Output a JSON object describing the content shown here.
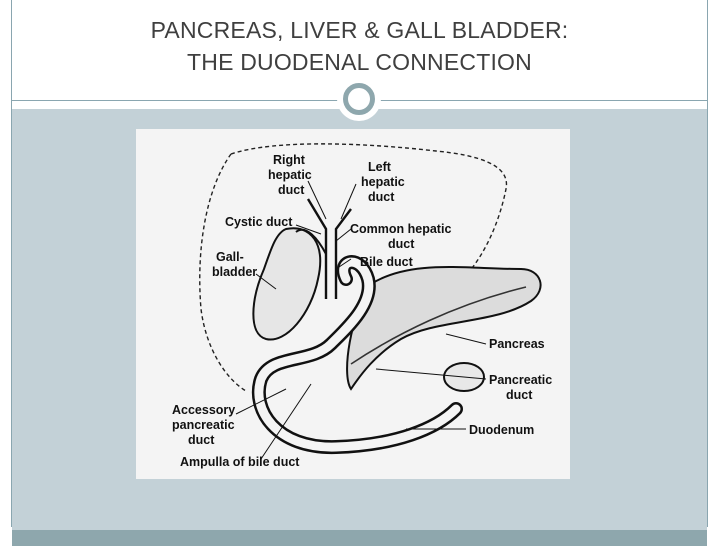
{
  "slide": {
    "title_line1": "PANCREAS, LIVER & GALL BLADDER:",
    "title_line2": "THE DUODENAL CONNECTION"
  },
  "diagram": {
    "labels": {
      "right_hepatic_1": "Right",
      "right_hepatic_2": "hepatic",
      "right_hepatic_3": "duct",
      "left_hepatic_1": "Left",
      "left_hepatic_2": "hepatic",
      "left_hepatic_3": "duct",
      "cystic_duct": "Cystic duct",
      "common_hepatic_1": "Common hepatic",
      "common_hepatic_2": "duct",
      "bile_duct": "Bile duct",
      "gallbladder_1": "Gall-",
      "gallbladder_2": "bladder",
      "pancreas": "Pancreas",
      "pancreatic_duct_1": "Pancreatic",
      "pancreatic_duct_2": "duct",
      "accessory_1": "Accessory",
      "accessory_2": "pancreatic",
      "accessory_3": "duct",
      "duodenum": "Duodenum",
      "ampulla": "Ampulla of bile duct"
    }
  },
  "colors": {
    "title_text": "#3f3f3f",
    "content_background": "#c3d1d7",
    "accent": "#8ea7ad"
  }
}
